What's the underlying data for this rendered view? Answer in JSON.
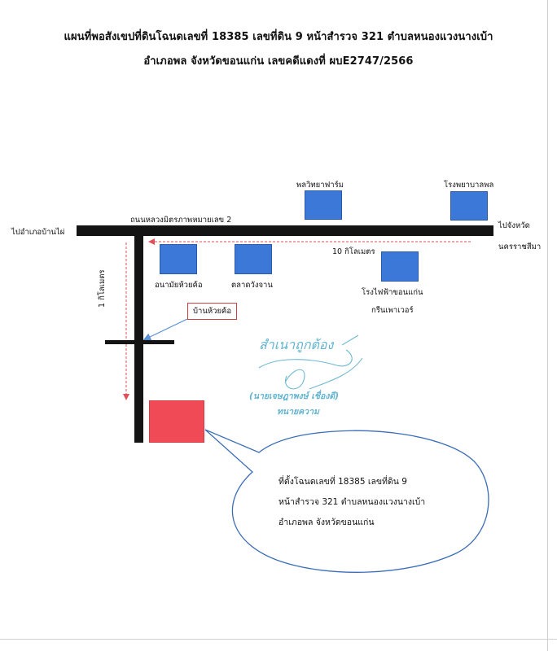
{
  "title": {
    "line1": "แผนที่พอสังเขปที่ดินโฉนดเลขที่ 18385 เลขที่ดิน 9 หน้าสำรวจ 321 ตำบลหนองแวงนางเบ้า",
    "line2": "อำเภอพล จังหวัดขอนแก่น  เลขคดีแดงที่ ผบE2747/2566"
  },
  "roads": {
    "main_road_name": "ถนนหลวงมิตรภาพหมายเลข 2",
    "to_west": "ไปอำเภอบ้านไผ่",
    "to_east_line1": "ไปจังหวัด",
    "to_east_line2": "นครราชสีมา",
    "distance_main": "10 กิโลเมตร",
    "distance_side": "1 กิโลเมตร"
  },
  "landmarks": {
    "farm": "พลวิทยาฟาร์ม",
    "hospital": "โรงพยาบาลพล",
    "health_center": "อนามัยห้วยค้อ",
    "market": "ตลาดวังจาน",
    "power_plant_line1": "โรงไฟฟ้าขอนแก่น",
    "power_plant_line2": "กรีนเพาเวอร์"
  },
  "village_marker": "บ้านห้วยค้อ",
  "stamp": {
    "line1": "สำเนาถูกต้อง",
    "line2": "(นายเจษฎาพงษ์  เชื่องดี)",
    "line3": "ทนายความ"
  },
  "callout": {
    "line1": "ที่ตั้งโฉนดเลขที่ 18385 เลขที่ดิน 9",
    "line2": "หน้าสำรวจ 321 ตำบลหนองแวงนางเบ้า",
    "line3": "อำเภอพล จังหวัดขอนแก่น"
  },
  "colors": {
    "building": "#3c78d8",
    "site": "#f04a57",
    "road": "#141414",
    "guide_arrow": "#e0505a",
    "pointer_arrow": "#5b8fd6",
    "callout_border": "#3b6db8",
    "stamp": "#4aa8c8"
  }
}
